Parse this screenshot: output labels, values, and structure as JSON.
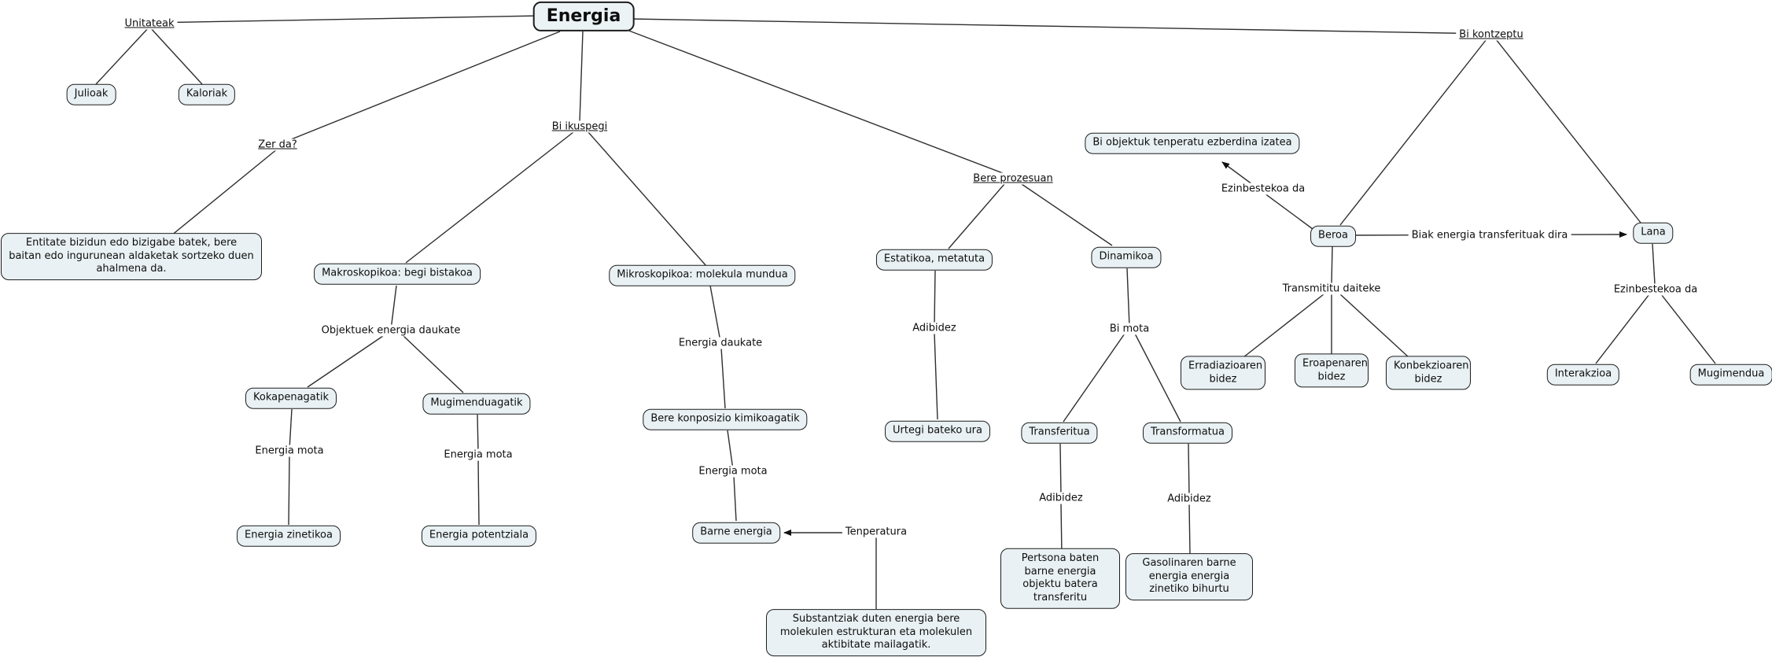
{
  "diagram": {
    "title": "Energia",
    "type": "concept-map",
    "colors": {
      "node_fill": "#e9f1f4",
      "node_border": "#1d1d1d",
      "line": "#2e2e2e",
      "background": "#ffffff"
    },
    "nodes": {
      "energia": "Energia",
      "julioak": "Julioak",
      "kaloriak": "Kaloriak",
      "definizioa": "Entitate bizidun edo bizigabe batek, bere baitan edo ingurunean aldaketak sortzeko duen ahalmena da.",
      "makroskopikoa": "Makroskopikoa: begi bistakoa",
      "mikroskopikoa": "Mikroskopikoa: molekula mundua",
      "kokapenagatik": "Kokapenagatik",
      "mugimenduagatik": "Mugimenduagatik",
      "energia_zinetikoa": "Energia zinetikoa",
      "energia_potentziala": "Energia potentziala",
      "bere_konposizio": "Bere konposizio kimikoagatik",
      "barne_energia": "Barne energia",
      "substantziak": "Substantziak duten energia bere molekulen estrukturan eta molekulen aktibitate mailagatik.",
      "estatikoa": "Estatikoa, metatuta",
      "dinamikoa": "Dinamikoa",
      "urtegi": "Urtegi bateko ura",
      "transferitua": "Transferitua",
      "transformatua": "Transformatua",
      "pertsona": "Pertsona baten barne energia objektu batera transferitu",
      "gasolinaren": "Gasolinaren barne energia energia zinetiko bihurtu",
      "bi_objektuk": "Bi objektuk tenperatu ezberdina izatea",
      "beroa": "Beroa",
      "erradiazioaren": "Erradiazioaren bidez",
      "eroapenaren": "Eroapenaren bidez",
      "konbekzioaren": "Konbekzioaren bidez",
      "lana": "Lana",
      "interakzioa": "Interakzioa",
      "mugimendua": "Mugimendua"
    },
    "links": {
      "unitateak": "Unitateak",
      "zer_da": "Zer da?",
      "bi_ikuspegi": "Bi ikuspegi",
      "bere_prozesuan": "Bere prozesuan",
      "bi_kontzeptu": "Bi kontzeptu",
      "objektuek": "Objektuek energia daukate",
      "energia_mota_1": "Energia mota",
      "energia_mota_2": "Energia mota",
      "energia_daukate": "Energia daukate",
      "energia_mota_3": "Energia mota",
      "tenperatura": "Tenperatura",
      "adibidez_1": "Adibidez",
      "bi_mota": "Bi mota",
      "adibidez_2": "Adibidez",
      "adibidez_3": "Adibidez",
      "ezinbestekoa_1": "Ezinbestekoa da",
      "transmititu": "Transmititu daiteke",
      "biak_energia": "Biak energia transferituak dira",
      "ezinbestekoa_2": "Ezinbestekoa da"
    }
  }
}
